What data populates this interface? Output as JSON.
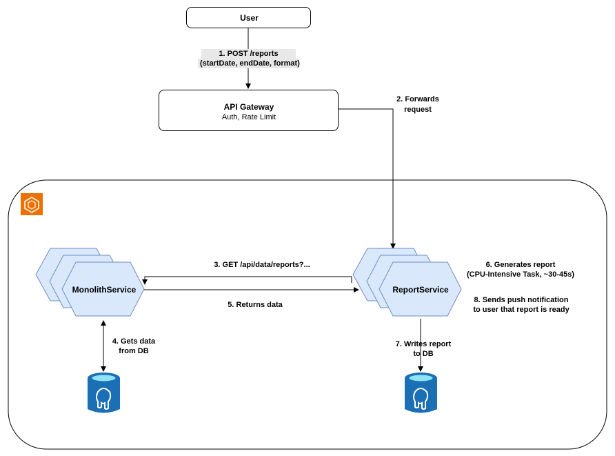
{
  "user": {
    "label": "User"
  },
  "gateway": {
    "title": "API Gateway",
    "subtitle": "Auth, Rate Limit"
  },
  "monolith": {
    "label": "MonolithService"
  },
  "report": {
    "label": "ReportService"
  },
  "edges": {
    "post_line1": "1. POST /reports",
    "post_line2": "(startDate, endDate, format)",
    "forwards_line1": "2. Forwards",
    "forwards_line2": "request",
    "get_data": "3. GET /api/data/reports?...",
    "gets_db_line1": "4. Gets data",
    "gets_db_line2": "from DB",
    "returns": "5. Returns data",
    "generates_line1": "6. Generates report",
    "generates_line2": "(CPU-Intensive Task, ~30-45s)",
    "writes_line1": "7. Writes report",
    "writes_line2": "to DB",
    "push_line1": "8. Sends push notification",
    "push_line2": "to user that report is ready"
  },
  "colors": {
    "hex_fill": "#dae8fc",
    "hex_stroke": "#6c8ebf",
    "aws_orange": "#ed7100",
    "db_blue": "#1b6fb5",
    "db_cyan": "#8ee4f5",
    "gateway_gold": "#d9a23a"
  },
  "icons": {
    "container": "ecs-container-icon",
    "gateway": "api-gateway-icon",
    "database": "postgresql-database-icon"
  }
}
